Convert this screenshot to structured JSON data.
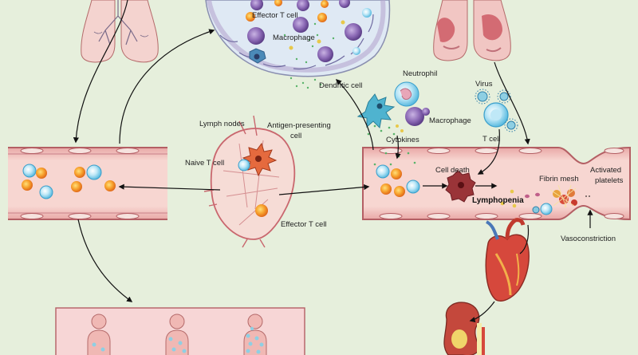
{
  "labels": {
    "effector_t_cell_top": "Effector T cell",
    "macrophage_top": "Macrophage",
    "dendritic_cell": "Dendritic cell",
    "neutrophil": "Neutrophil",
    "macrophage_mid": "Macrophage",
    "virus": "Virus",
    "t_cell": "T cell",
    "cytokines": "Cytokines",
    "lymph_nodes": "Lymph nodes",
    "antigen_presenting_line1": "Antigen-presenting",
    "antigen_presenting_line2": "cell",
    "naive_t_cell": "Naive T cell",
    "effector_t_cell_node": "Effector T cell",
    "cell_death": "Cell death",
    "lymphopenia": "Lymphopenia",
    "fibrin_mesh": "Fibrin mesh",
    "activated_platelets_line1": "Activated",
    "activated_platelets_line2": "platelets",
    "vasoconstriction": "Vasoconstriction"
  },
  "colors": {
    "background": "#e6efdc",
    "vessel_fill": "#f3c8c2",
    "vessel_wall": "#c9767a",
    "lung_fill": "#f1c6c3",
    "lung_inflamed": "#c84c58",
    "tcell_orange": "#f59a2a",
    "tcell_blue": "#7fd0ee",
    "macrophage_purple": "#8b6bb3",
    "node_fill": "#f6dcd6"
  },
  "icons": [
    "lung-icon",
    "heart-icon",
    "kidney-icon",
    "human-silhouette-icon",
    "virus-icon"
  ]
}
